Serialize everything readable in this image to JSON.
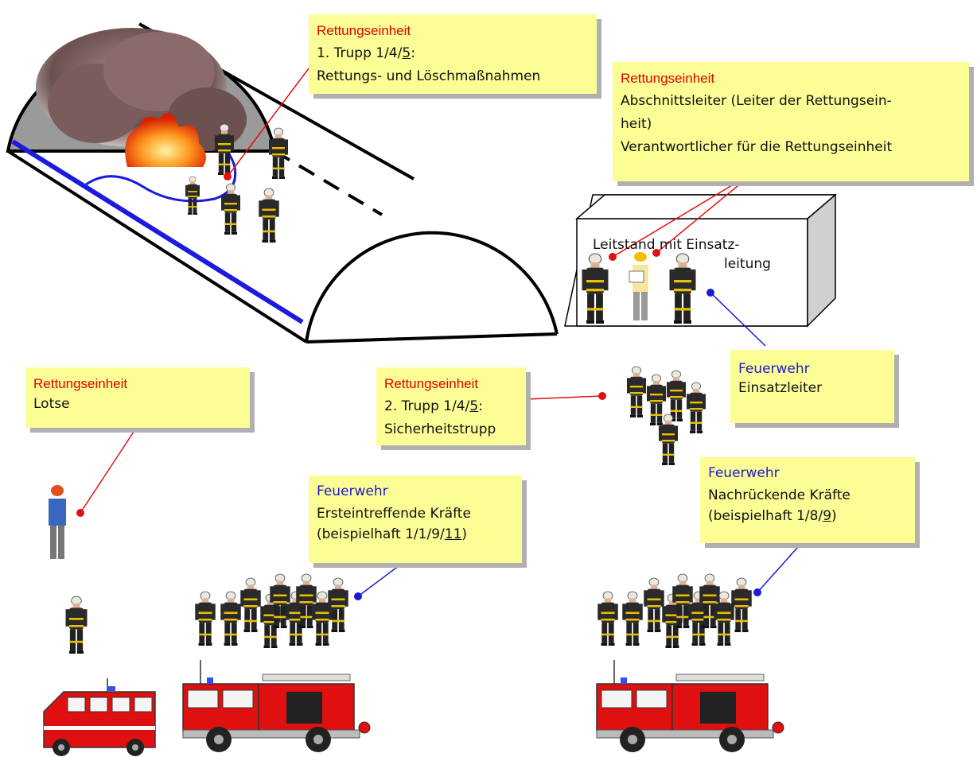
{
  "notes": {
    "truppe1": {
      "title": "Rettungseinheit",
      "line1": "1. Trupp 1/4/",
      "line1_u": "5",
      "line1_end": ":",
      "line2": "Rettungs- und Löschmaßnahmen"
    },
    "abschnitt": {
      "title": "Rettungseinheit",
      "line1": "Abschnittsleiter (Leiter der Rettungsein-",
      "line2": "heit)",
      "line3": "Verantwortlicher für die Rettungseinheit"
    },
    "lotse": {
      "title": "Rettungseinheit",
      "line1": "Lotse"
    },
    "truppe2": {
      "title": "Rettungseinheit",
      "line1": "2. Trupp 1/4/",
      "line1_u": "5",
      "line1_end": ":",
      "line2": "Sicherheitstrupp"
    },
    "einsatzleiter": {
      "org": "Feuerwehr",
      "line1": "Einsatzleiter"
    },
    "erst": {
      "org": "Feuerwehr",
      "line1": "Ersteintreffende Kräfte",
      "line2": "(beispielhaft 1/1/9/",
      "line2_u": "11",
      "line2_end": ")"
    },
    "nach": {
      "org": "Feuerwehr",
      "line1": "Nachrückende Kräfte",
      "line2": "(beispielhaft 1/8/",
      "line2_u": "9",
      "line2_end": ")"
    }
  },
  "leitstand": {
    "line1": "Leitstand mit Einsatz-",
    "line2": "leitung"
  },
  "colors": {
    "note_bg": "#fdfd96",
    "red_label": "#e00000",
    "blue_label": "#1a1ad0",
    "hose": "#1a1ae0",
    "fire_red": "#e01010"
  },
  "icons": [
    "tunnel",
    "fire",
    "smoke",
    "firefighter",
    "control-room",
    "pilot-person",
    "minibus",
    "fire-truck"
  ]
}
